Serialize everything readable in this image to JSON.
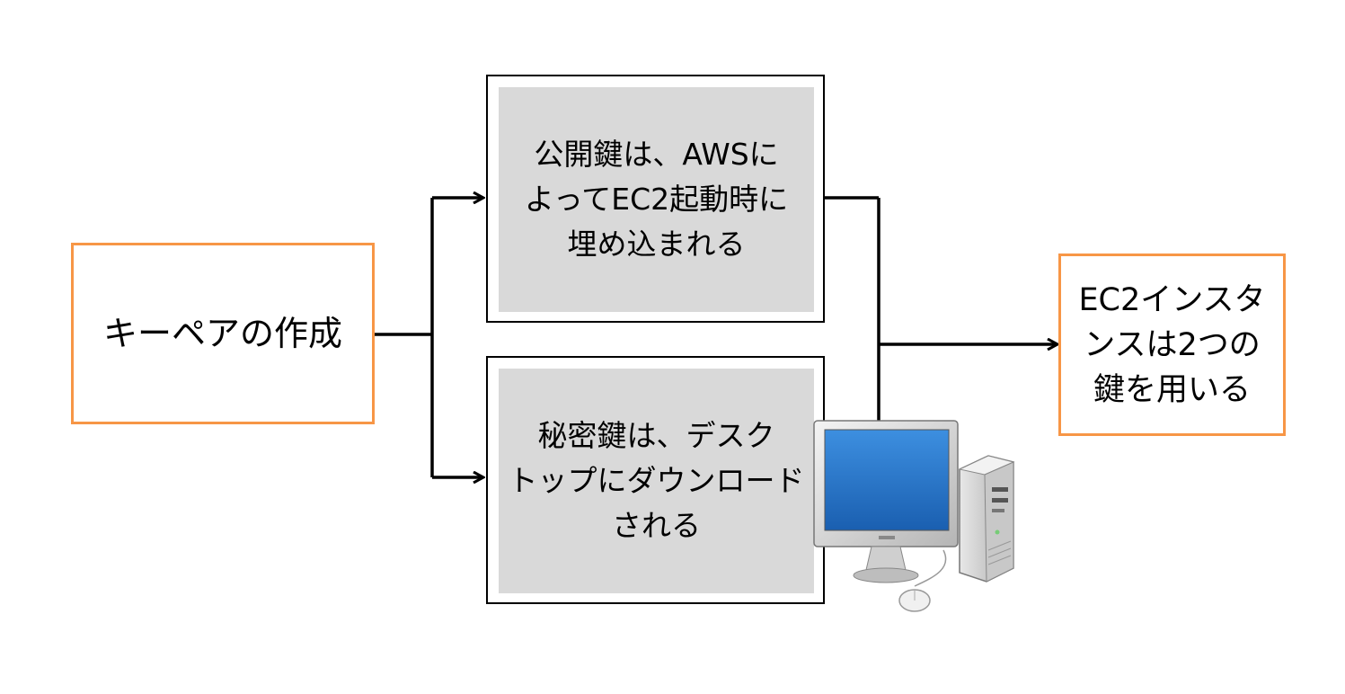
{
  "nodes": {
    "keypair": "キーペアの作成",
    "public_key": "公開鍵は、AWSに\nよってEC2起動時に\n埋め込まれる",
    "private_key": "秘密鍵は、デスク\nトップにダウンロード\nされる",
    "ec2_instance": "EC2インスタ\nンスは2つの\n鍵を用いる"
  },
  "colors": {
    "orange_border": "#f79646",
    "inner_fill": "#d9d9d9",
    "line": "#000000",
    "screen_blue": "#1f6fc0"
  },
  "icons": [
    "desktop-computer-icon"
  ]
}
